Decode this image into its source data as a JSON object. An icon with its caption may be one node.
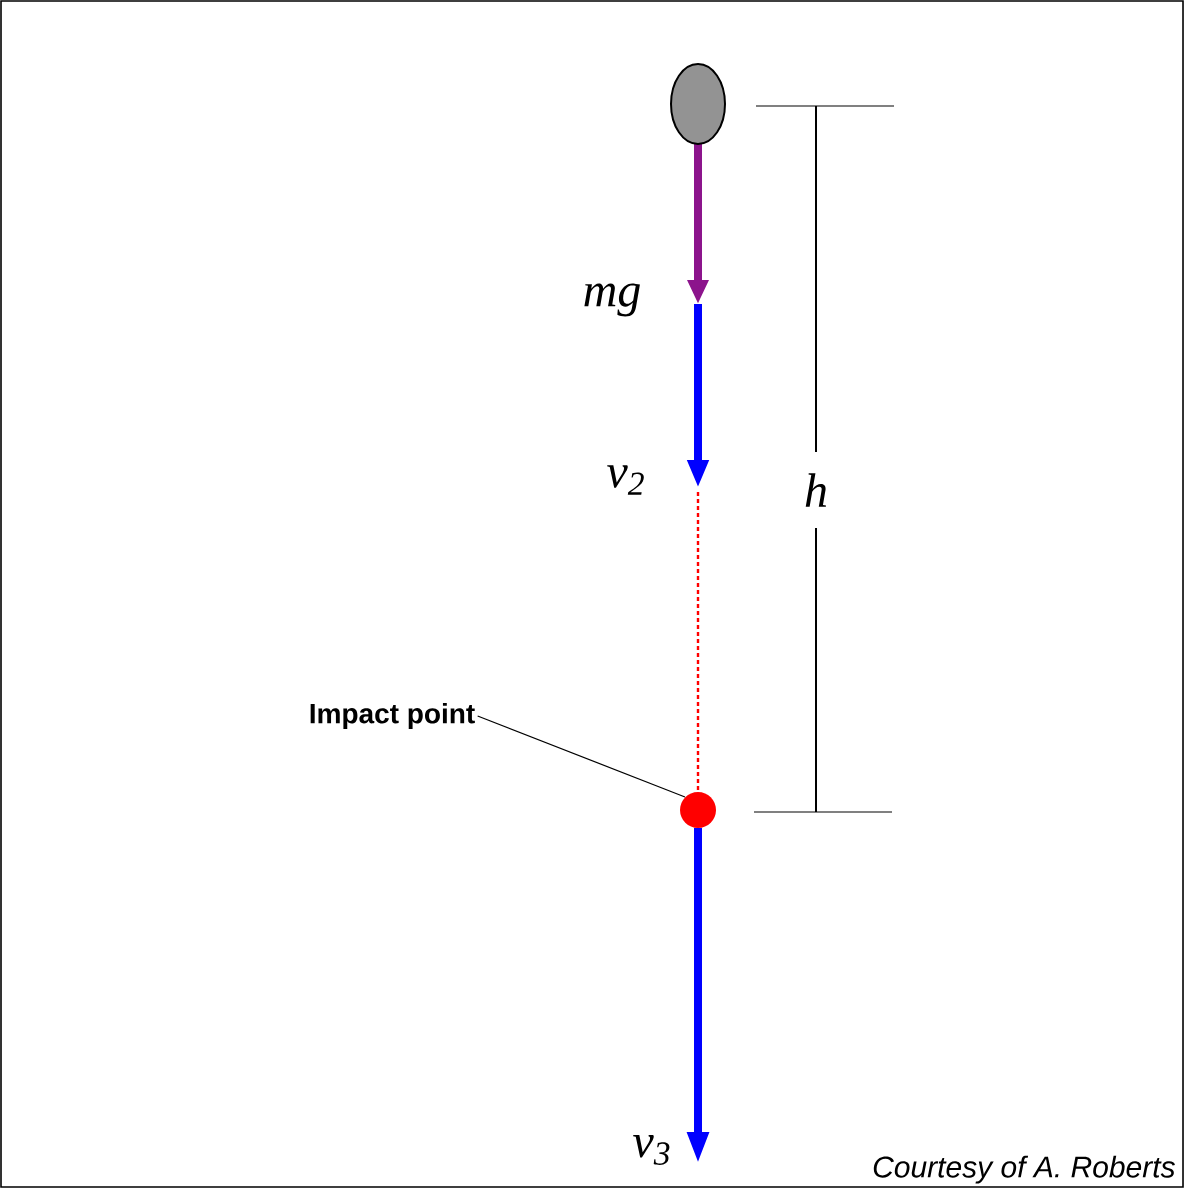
{
  "diagram": {
    "caption": "Courtesy of A. Roberts",
    "nodes": [
      {
        "text": [],
        "shape": "ellipse"
      },
      {
        "text": [],
        "shape": "circle"
      },
      {
        "text": [
          "Impact point"
        ]
      }
    ],
    "edges": [
      {
        "from": 2,
        "to": 1,
        "arrow": "none"
      }
    ],
    "labels": [
      "mg",
      "v$_{2}$",
      "h",
      "v$_{3}$"
    ]
  }
}
